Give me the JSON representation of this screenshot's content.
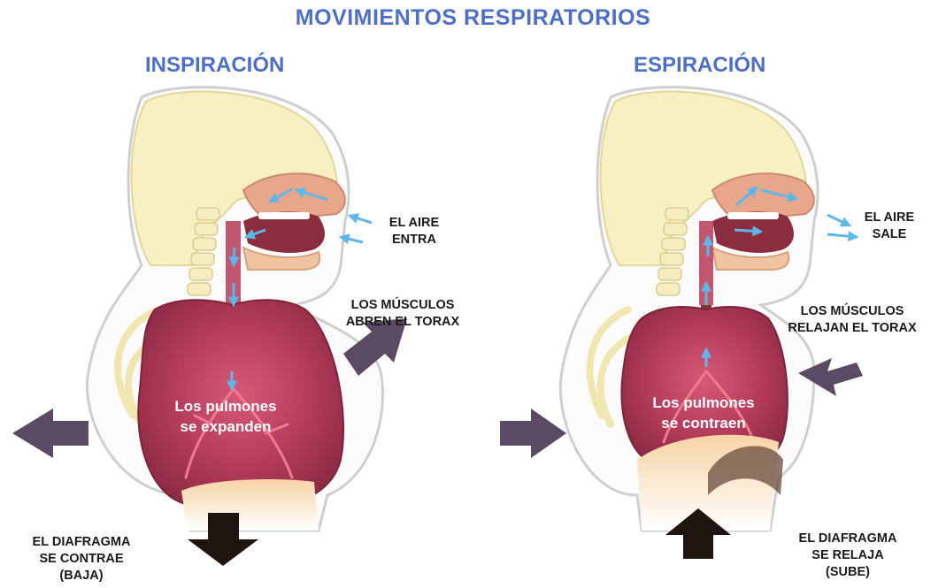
{
  "title": "MOVIMIENTOS RESPIRATORIOS",
  "inspiration": {
    "heading": "INSPIRACIÓN",
    "air_label": "EL AIRE\nENTRA",
    "muscles_label": "LOS MÚSCULOS\nABREN EL TORAX",
    "lungs_label": "Los pulmones\nse expanden",
    "diaphragm_label": "EL DIAFRAGMA\nSE CONTRAE\n(BAJA)"
  },
  "expiration": {
    "heading": "ESPIRACIÓN",
    "air_label": "EL AIRE\nSALE",
    "muscles_label": "LOS MÚSCULOS\nRELAJAN EL TORAX",
    "lungs_label": "Los pulmones\nse contraen",
    "diaphragm_label": "EL DIAFRAGMA\nSE RELAJA\n(SUBE)"
  },
  "colors": {
    "title": "#4f6fc4",
    "head": "#f8f0c2",
    "skin_outline": "#d9d9d9",
    "lungs": "#a8324e",
    "diaphragm": "#f2c99a",
    "arrow_dark": "#5b4a63",
    "arrow_black": "#1e1510",
    "airflow": "#5fb6e8"
  }
}
